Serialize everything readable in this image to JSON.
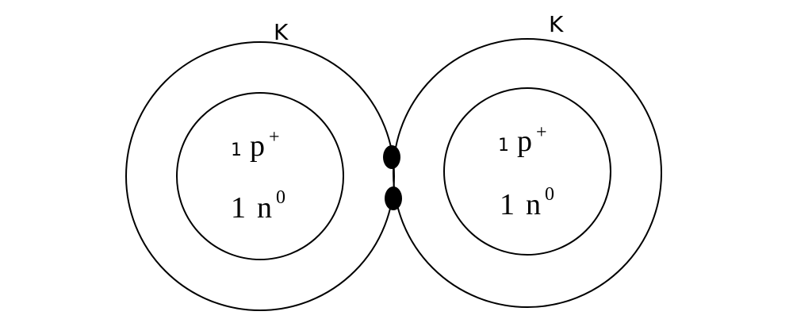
{
  "atoms": [
    {
      "shell_label": "K",
      "protons": {
        "count": "1",
        "symbol": "p",
        "charge": "+"
      },
      "neutrons": {
        "count": "1",
        "symbol": "n",
        "charge": "0"
      }
    },
    {
      "shell_label": "K",
      "protons": {
        "count": "1",
        "symbol": "p",
        "charge": "+"
      },
      "neutrons": {
        "count": "1",
        "symbol": "n",
        "charge": "0"
      }
    }
  ],
  "shared_electrons": 2,
  "colors": {
    "stroke": "#000000",
    "electron": "#000000",
    "background": "#ffffff"
  }
}
